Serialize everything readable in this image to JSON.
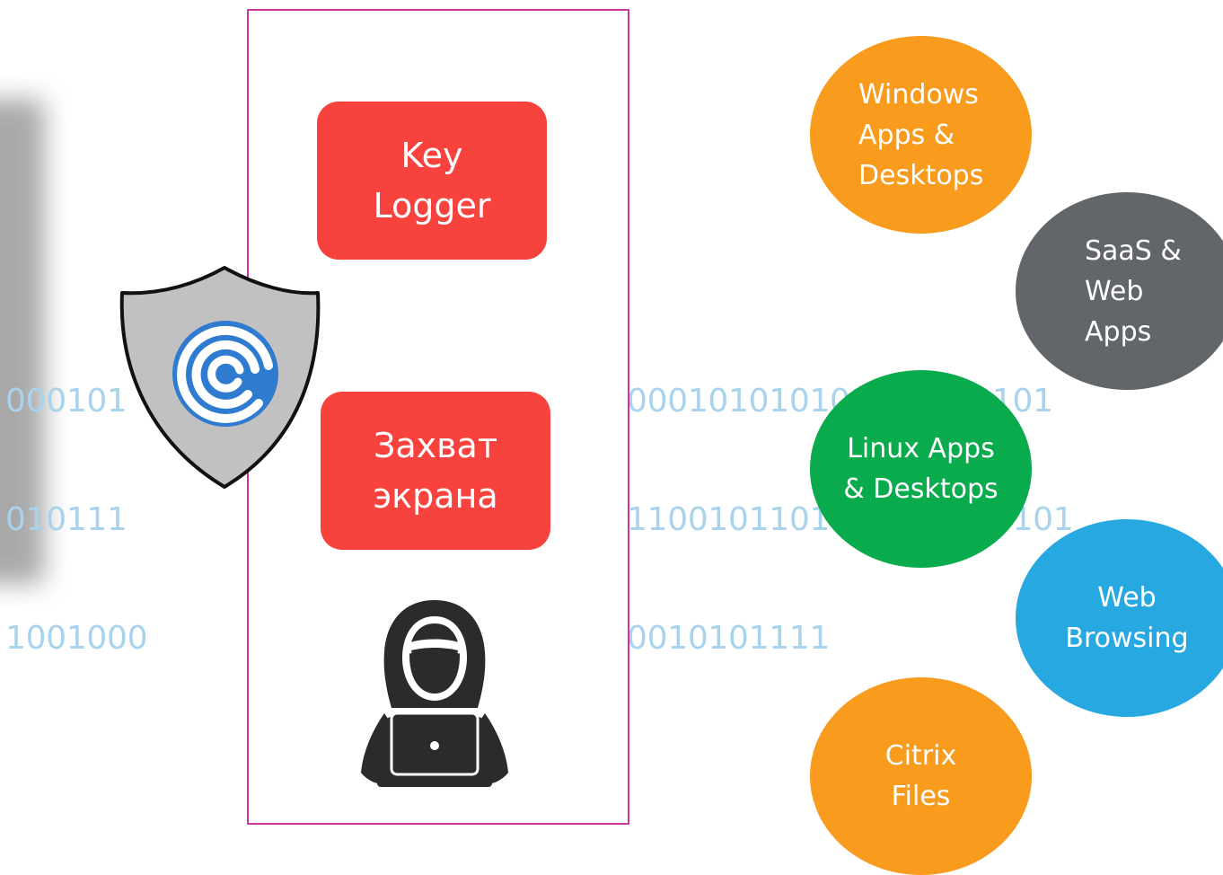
{
  "binary": {
    "left": [
      "000101",
      "010111",
      "1001000"
    ],
    "right": [
      "000101010101010010101",
      "1100101101010101010101",
      "0010101111"
    ]
  },
  "threats": {
    "keylogger": [
      "Key",
      "Logger"
    ],
    "screen_capture": [
      "Захват",
      "экрана"
    ]
  },
  "resources": {
    "windows": [
      "Windows",
      "Apps &",
      "Desktops"
    ],
    "saas": [
      "SaaS &",
      "Web",
      "Apps"
    ],
    "linux": [
      "Linux Apps",
      "& Desktops"
    ],
    "web": [
      "Web",
      "Browsing"
    ],
    "files": [
      "Citrix",
      "Files"
    ]
  },
  "colors": {
    "frame": "#d2349a",
    "threat": "#f8423d",
    "binary": "#a9d3ec",
    "windows": "#f99b1c",
    "saas": "#626569",
    "linux": "#0aab4d",
    "web": "#27a8e0",
    "files": "#f99b1c",
    "shield_fill": "#c1c1c1",
    "logo_blue": "#2e7bcf"
  },
  "icons": {
    "shield": "shield-icon",
    "logo": "citrix-logo-icon",
    "hacker": "hacker-icon"
  }
}
